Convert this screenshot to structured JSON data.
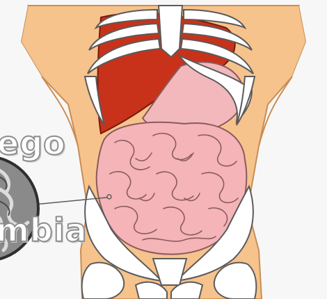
{
  "overlay_text": {
    "upper_word": "ego",
    "lower_word": "mbia"
  },
  "colors": {
    "skin": "#f6c38c",
    "skin_outline": "#c98d55",
    "rib_outline": "#5a5a5a",
    "liver": "#c8321a",
    "intestine": "#f4b4b8",
    "intestine_outline": "#8a5a5e",
    "stomach": "#f2b8bc",
    "watermark_fill": "#ffffff",
    "watermark_stroke": "#8e8e8e"
  },
  "icons": [
    "ribcage",
    "liver",
    "stomach",
    "small-intestine",
    "pelvis",
    "magnifier-lens"
  ]
}
